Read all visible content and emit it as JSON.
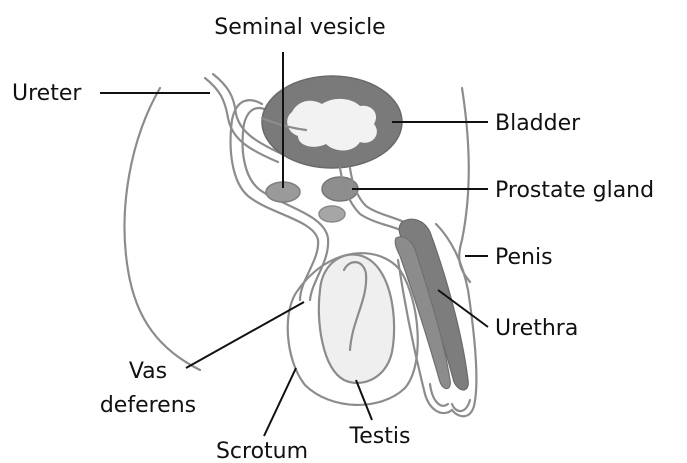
{
  "labels": {
    "seminal_vesicle": "Seminal vesicle",
    "ureter": "Ureter",
    "bladder": "Bladder",
    "prostate_gland": "Prostate gland",
    "penis": "Penis",
    "urethra": "Urethra",
    "vas_deferens_line1": "Vas",
    "vas_deferens_line2": "deferens",
    "scrotum": "Scrotum",
    "testis": "Testis"
  },
  "colors": {
    "outline": "#8c8c8c",
    "bladder_wall": "#7a7a7a",
    "bladder_inner": "#f2f2f2",
    "gland": "#9a9a9a",
    "urethra": "#7d7d7d",
    "testis_fill": "#efefef",
    "text": "#111111"
  }
}
